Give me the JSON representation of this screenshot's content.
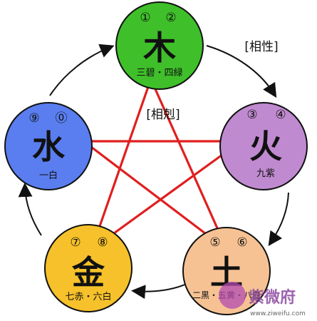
{
  "labels": {
    "generating": "[相性]",
    "overcoming": "[相剋]"
  },
  "elements": {
    "wood": {
      "char": "木",
      "numbers": [
        "①",
        "②"
      ],
      "stars": "三碧・四緑",
      "color": "#3fbf2a"
    },
    "fire": {
      "char": "火",
      "numbers": [
        "③",
        "④"
      ],
      "stars": "九紫",
      "color": "#c08ad0"
    },
    "earth": {
      "char": "土",
      "numbers": [
        "⑤",
        "⑥"
      ],
      "stars": "二黒・五黄・八白",
      "color": "#f7c293"
    },
    "metal": {
      "char": "金",
      "numbers": [
        "⑦",
        "⑧"
      ],
      "stars": "七赤・六白",
      "color": "#f6c12a"
    },
    "water": {
      "char": "水",
      "numbers": [
        "⑨",
        "⓪"
      ],
      "stars": "一白",
      "color": "#5a7ef0"
    }
  },
  "watermark": {
    "brand": "紫微府",
    "url": "www.ziweifu.com"
  },
  "colors": {
    "star_lines": "#e01f1f",
    "arrows": "#111111",
    "outline": "#111111"
  }
}
